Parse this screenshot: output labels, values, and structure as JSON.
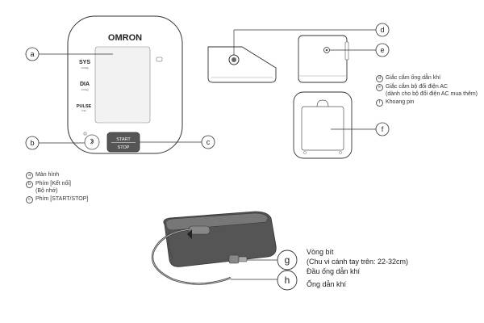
{
  "monitor": {
    "brand": "OMRON",
    "sys": "SYS",
    "sys_unit": "mmHg",
    "dia": "DIA",
    "dia_unit": "mmHg",
    "pulse": "PULSE",
    "pulse_unit": "/min",
    "start": "START",
    "stop": "STOP"
  },
  "callouts": {
    "a": "a",
    "b": "b",
    "c": "c",
    "d": "d",
    "e": "e",
    "f": "f",
    "g": "g",
    "h": "h"
  },
  "legend_front": [
    {
      "letter": "a",
      "text": "Màn hình"
    },
    {
      "letter": "b",
      "text": "Phím [Kết nối]\n(Bộ nhớ)"
    },
    {
      "letter": "c",
      "text": "Phím [START/STOP]"
    }
  ],
  "legend_side": [
    {
      "letter": "d",
      "text": "Giắc cắm ống dẫn khí"
    },
    {
      "letter": "e",
      "text": "Giắc cắm bộ đổi điện AC\n(dành cho bộ đổi điện AC mua thêm)"
    },
    {
      "letter": "f",
      "text": "Khoang pin"
    }
  ],
  "cuff": {
    "g_line1": "Vòng bít",
    "g_line2": "(Chu vi cánh tay trên: 22-32cm)",
    "g_line3": "Đầu ống dẫn khí",
    "h_line1": "Ống dẫn khí"
  },
  "colors": {
    "line": "#333333",
    "cuff_dark": "#555555",
    "cuff_mid": "#777777",
    "display": "#f2f2f2"
  }
}
